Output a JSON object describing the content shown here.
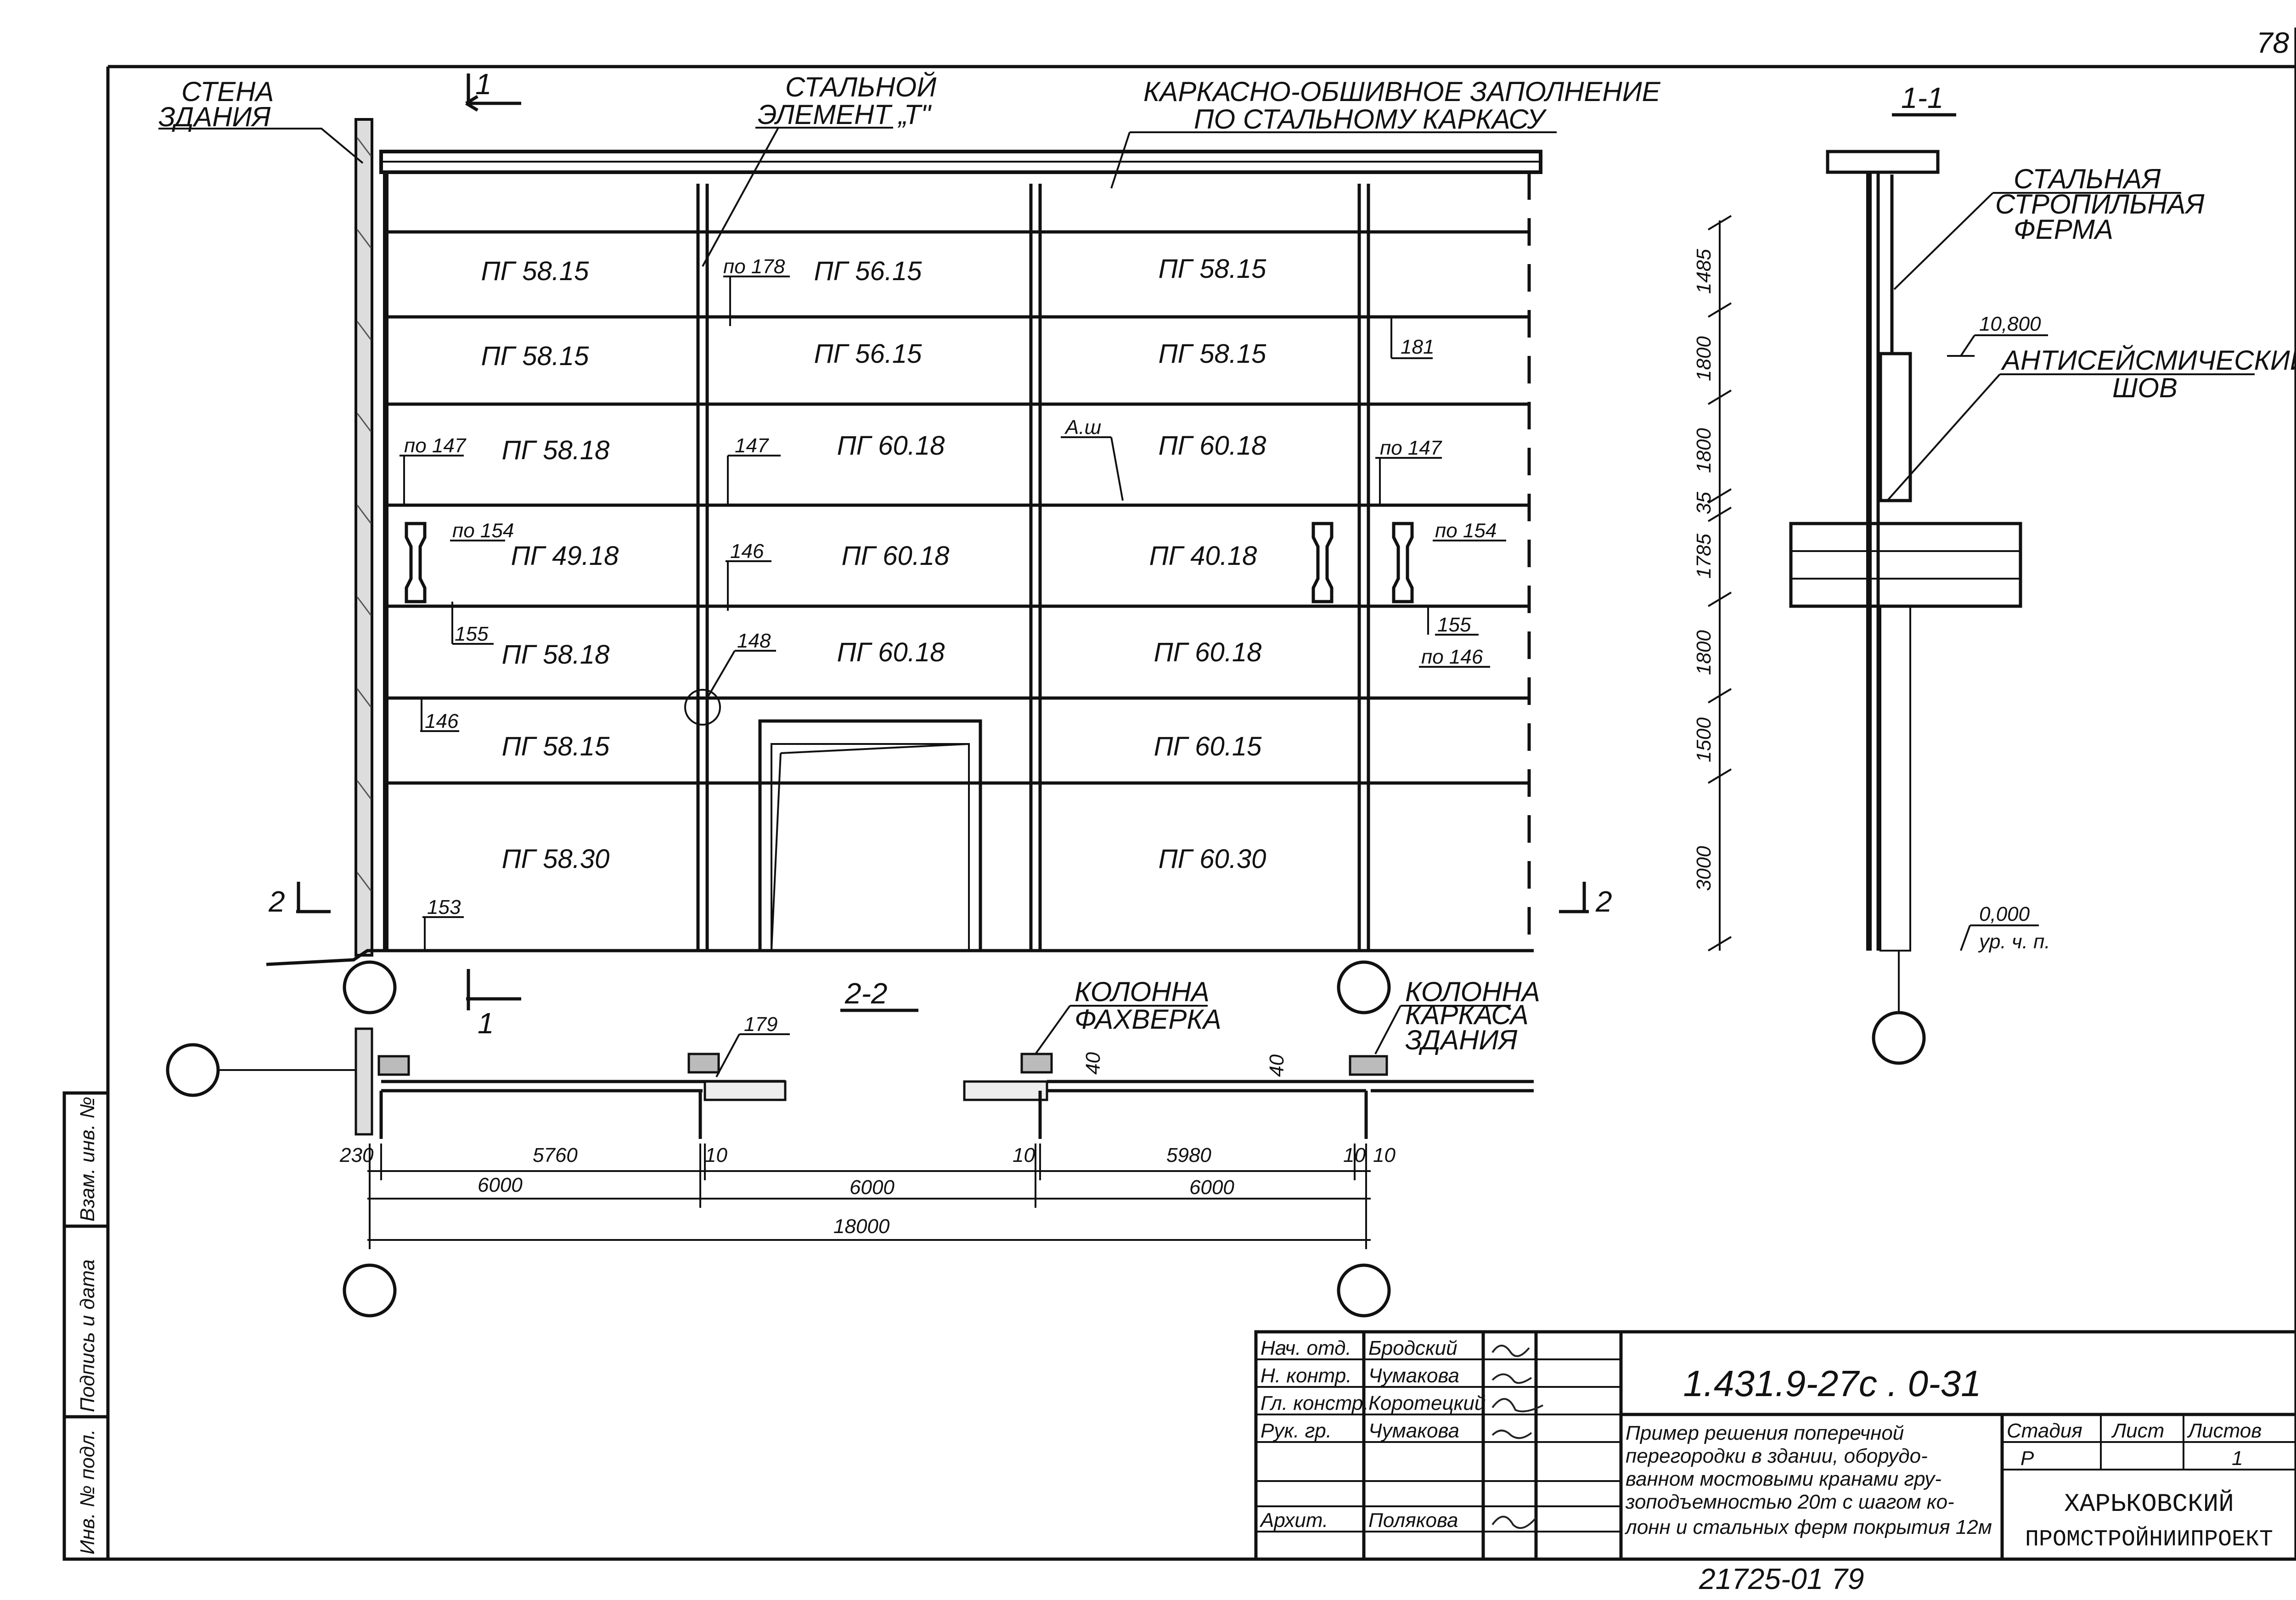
{
  "page_number": "78",
  "elevation": {
    "wall_label": [
      "Стена",
      "здания"
    ],
    "section_mark": "1",
    "steel_t_label": [
      "Стальной",
      "элемент „Т\""
    ],
    "infill_label": [
      "Каркасно-обшивное заполнение",
      "по стальному каркасу"
    ],
    "column_pos_2": "2",
    "section_title_2": "2-2",
    "panels": [
      {
        "text": "ПГ 58.15"
      },
      {
        "text": "ПГ 56.15"
      },
      {
        "text": "ПГ 58.15"
      },
      {
        "text": "ПГ 58.15"
      },
      {
        "text": "ПГ 56.15"
      },
      {
        "text": "ПГ 58.15"
      },
      {
        "text": "ПГ 58.18"
      },
      {
        "text": "ПГ 60.18"
      },
      {
        "text": "ПГ 60.18"
      },
      {
        "text": "ПГ 49.18"
      },
      {
        "text": "ПГ 60.18"
      },
      {
        "text": "ПГ 40.18"
      },
      {
        "text": "ПГ 58.18"
      },
      {
        "text": "ПГ 60.18"
      },
      {
        "text": "ПГ 60.18"
      },
      {
        "text": "ПГ 58.15"
      },
      {
        "text": "ПГ 60.15"
      },
      {
        "text": "ПГ 58.30"
      },
      {
        "text": "ПГ 60.30"
      }
    ],
    "callouts": [
      "по 178",
      "181",
      "по 147",
      "147",
      "А.ш",
      "по 147",
      "по 154",
      "146",
      "по 154",
      "155",
      "148",
      "155",
      "по 146",
      "146",
      "153"
    ]
  },
  "section_1_1": {
    "title": "1-1",
    "truss_label": [
      "Стальная",
      "стропильная",
      "ферма"
    ],
    "elev_top": "10,800",
    "seismic_label": [
      "Антисейсмический",
      "шов"
    ],
    "elev_zero": "0,000",
    "elev_zero_sub": "ур. ч. п.",
    "dims": [
      "1485",
      "1800",
      "1800",
      "35",
      "1785",
      "1800",
      "1500",
      "3000"
    ]
  },
  "plan": {
    "col_label_1": [
      "Колонна",
      "фахверка"
    ],
    "col_label_2": [
      "Колонна",
      "каркаса",
      "здания"
    ],
    "callout_179": "179",
    "dims_row1": [
      "230",
      "5760",
      "10",
      "10",
      "5980",
      "10",
      "10"
    ],
    "dims_row2": [
      "6000",
      "6000",
      "6000"
    ],
    "dims_total": "18000",
    "small_40a": "40",
    "small_40b": "40"
  },
  "title_block": {
    "roles": [
      "Нач. отд.",
      "Н. контр.",
      "Гл. констр.",
      "Рук. гр.",
      "Архит."
    ],
    "names": [
      "Бродский",
      "Чумакова",
      "Коротецкий",
      "Чумакова",
      "Полякова"
    ],
    "doc_code": "1.431.9-27с . 0-31",
    "description": [
      "Пример решения поперечной",
      "перегородки в здании, оборудо-",
      "ванном мостовыми кранами гру-",
      "зоподъемностью 20т с шагом ко-",
      "лонн и стальных ферм покрытия 12м"
    ],
    "stage_hdr": "Стадия",
    "sheet_hdr": "Лист",
    "sheets_hdr": "Листов",
    "stage_val": "Р",
    "sheet_val": "",
    "sheets_val": "1",
    "org": [
      "ХАРЬКОВСКИЙ",
      "ПРОМСТРОЙНИИПРОЕКТ"
    ],
    "bottom_num": "21725-01  79"
  },
  "side_stamp": [
    "Инв. № подл.",
    "Подпись и дата",
    "Взам. инв. №"
  ]
}
